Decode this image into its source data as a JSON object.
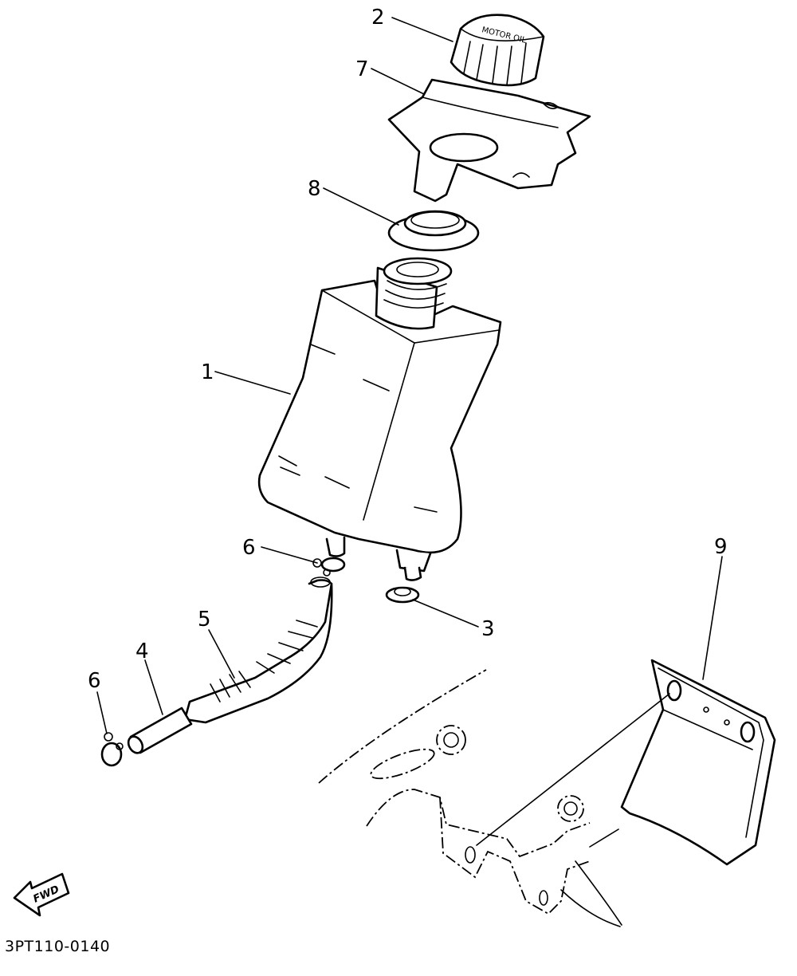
{
  "diagram": {
    "callouts": [
      {
        "id": "1",
        "label": "1"
      },
      {
        "id": "2",
        "label": "2"
      },
      {
        "id": "3",
        "label": "3"
      },
      {
        "id": "4",
        "label": "4"
      },
      {
        "id": "5",
        "label": "5"
      },
      {
        "id": "6a",
        "label": "6"
      },
      {
        "id": "6b",
        "label": "6"
      },
      {
        "id": "7",
        "label": "7"
      },
      {
        "id": "8",
        "label": "8"
      },
      {
        "id": "9",
        "label": "9"
      }
    ],
    "cap_text": "MOTOR OIL",
    "fwd_arrow_text": "FWD",
    "drawing_code": "3PT110-0140"
  }
}
